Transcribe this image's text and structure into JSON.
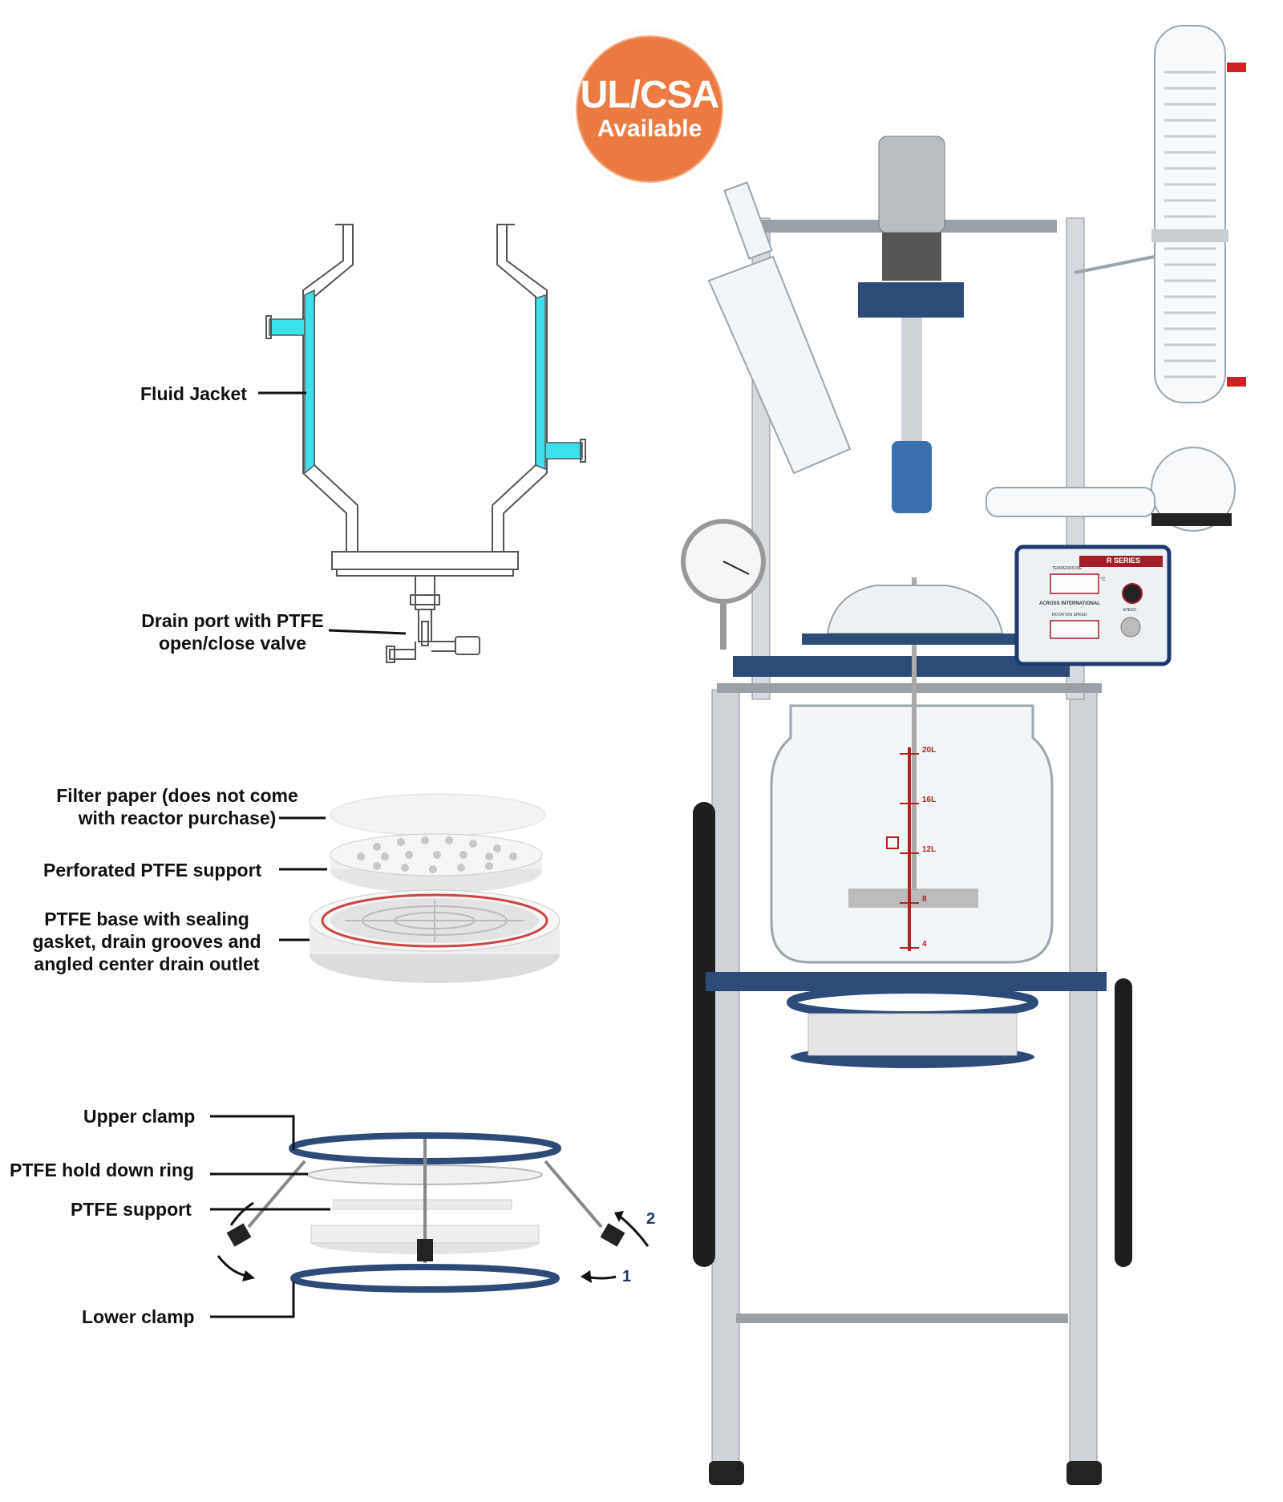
{
  "badge": {
    "line1": "UL/CSA",
    "line2": "Available"
  },
  "labels": {
    "fluid_jacket": "Fluid Jacket",
    "drain_port_line1": "Drain port with PTFE",
    "drain_port_line2": "open/close valve",
    "filter_paper_line1": "Filter paper (does not come",
    "filter_paper_line2": "with reactor purchase)",
    "perforated_support": "Perforated PTFE support",
    "ptfe_base_line1": "PTFE base with sealing",
    "ptfe_base_line2": "gasket, drain grooves and",
    "ptfe_base_line3": "angled center drain outlet",
    "upper_clamp": "Upper clamp",
    "hold_down_ring": "PTFE hold down ring",
    "ptfe_support": "PTFE support",
    "lower_clamp": "Lower clamp"
  },
  "arrows": {
    "step1": "1",
    "step2": "2"
  },
  "vessel_scale": [
    "20L",
    "16L",
    "12L",
    "8",
    "4"
  ],
  "control_panel": {
    "series": "R SERIES",
    "temperature": "TEMPERATURE",
    "unit": "°C",
    "brand": "ACROSS INTERNATIONAL",
    "rotation_speed": "ROTATION SPEED",
    "speed": "SPEED"
  },
  "colors": {
    "badge": "#ea7b43",
    "jacket_fluid": "#3fe0ee",
    "frame_blue": "#2e4a78",
    "scale_red": "#b22222"
  }
}
